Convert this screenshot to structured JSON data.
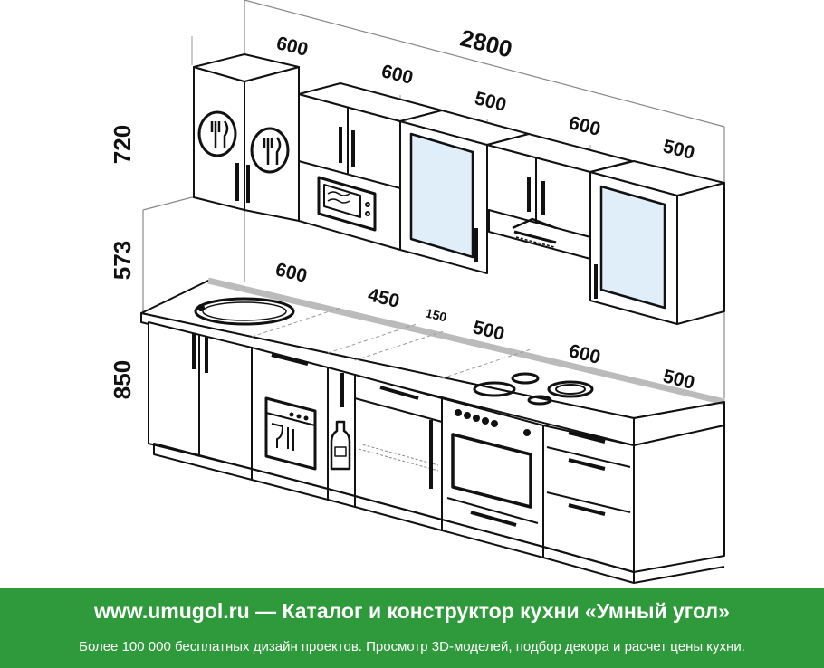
{
  "dimensions": {
    "total_width": "2800",
    "top": [
      "600",
      "600",
      "500",
      "600",
      "500"
    ],
    "bottom": [
      "600",
      "450",
      "150",
      "500",
      "600",
      "500"
    ],
    "heights": [
      "720",
      "573",
      "850"
    ]
  },
  "icons": [
    "cutlery-icon",
    "microwave-icon",
    "range-hood-icon",
    "sink-icon",
    "dishwasher-icon",
    "bottle-icon",
    "cooktop-icon",
    "oven-icon"
  ],
  "colors": {
    "banner": "#2f9a3b",
    "line": "#111111",
    "wall_line": "#888888",
    "glass": "#dfeef8"
  },
  "banner": {
    "title": "www.umugol.ru — Каталог и конструктор кухни «Умный угол»",
    "subtitle": "Более 100 000 бесплатных дизайн проектов. Просмотр 3D-моделей, подбор декора и расчет цены кухни."
  }
}
